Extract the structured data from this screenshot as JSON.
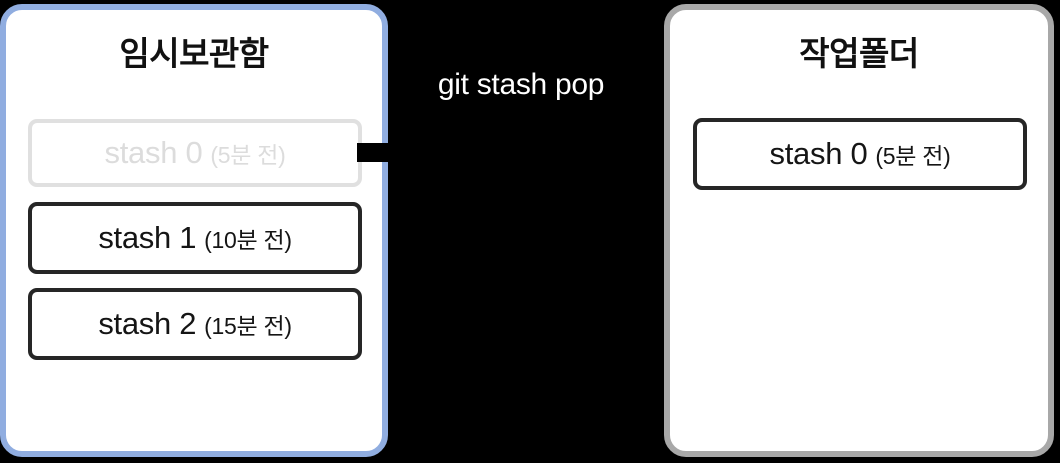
{
  "diagram": {
    "background_color": "#000000",
    "stash_panel": {
      "title": "임시보관함",
      "border_color": "#90ade0",
      "items": [
        {
          "name": "stash 0",
          "time": "(5분 전)",
          "state": "dimmed"
        },
        {
          "name": "stash 1",
          "time": "(10분 전)",
          "state": "active"
        },
        {
          "name": "stash 2",
          "time": "(15분 전)",
          "state": "active"
        }
      ]
    },
    "arrow": {
      "label": "git stash pop",
      "label_color": "#ffffff",
      "color": "#000000",
      "direction": "right"
    },
    "worktree_panel": {
      "title": "작업폴더",
      "border_color": "#a8a8a8",
      "items": [
        {
          "name": "stash 0",
          "time": "(5분 전)",
          "state": "active"
        }
      ]
    }
  }
}
